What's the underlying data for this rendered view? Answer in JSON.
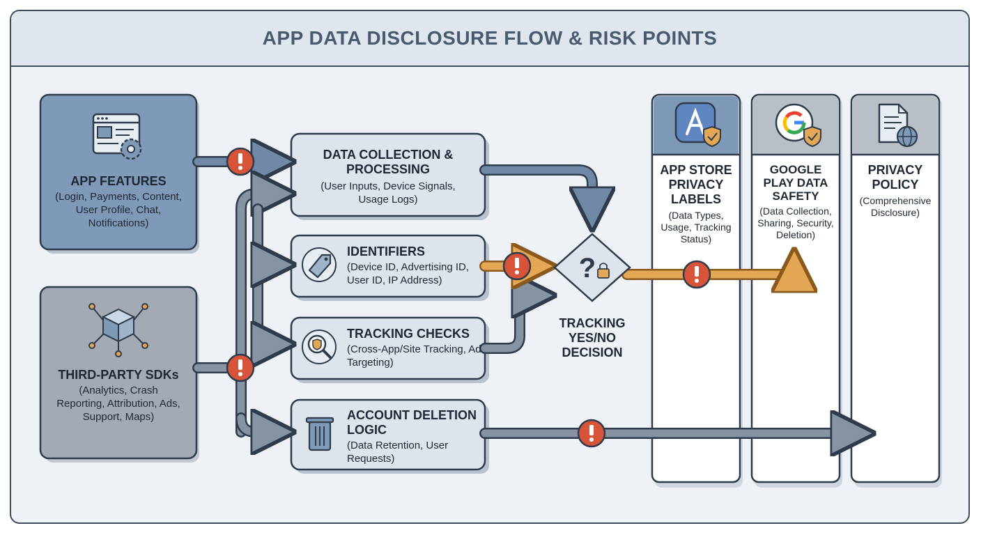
{
  "title": "APP DATA DISCLOSURE FLOW & RISK POINTS",
  "sources": {
    "app_features": {
      "title": "APP FEATURES",
      "detail": "(Login, Payments, Content, User Profile, Chat, Notifications)",
      "icon": "browser-gear-icon"
    },
    "third_party_sdks": {
      "title": "THIRD-PARTY SDKs",
      "detail": "(Analytics, Crash Reporting, Attribution, Ads, Support, Maps)",
      "icon": "network-cube-icon"
    }
  },
  "processes": {
    "data_collection": {
      "title": "DATA COLLECTION & PROCESSING",
      "detail": "(User Inputs, Device Signals, Usage Logs)"
    },
    "identifiers": {
      "title": "IDENTIFIERS",
      "detail": "(Device ID, Advertising ID, User ID, IP Address)",
      "icon": "tag-icon"
    },
    "tracking_checks": {
      "title": "TRACKING CHECKS",
      "detail": "(Cross-App/Site Tracking, Ad Targeting)",
      "icon": "magnifier-shield-icon"
    },
    "account_deletion": {
      "title": "ACCOUNT DELETION LOGIC",
      "detail": "(Data Retention, User Requests)",
      "icon": "trash-icon"
    }
  },
  "decision": {
    "label": "TRACKING YES/NO DECISION",
    "icon": "question-lock-icon"
  },
  "disclosures": {
    "app_store": {
      "title": "APP STORE PRIVACY LABELS",
      "detail": "(Data Types, Usage, Tracking Status)",
      "icon": "app-store-shield-icon"
    },
    "google_play": {
      "title": "GOOGLE PLAY DATA SAFETY",
      "detail": "(Data Collection, Sharing, Security, Deletion)",
      "icon": "google-shield-icon"
    },
    "privacy_policy": {
      "title": "PRIVACY POLICY",
      "detail": "(Comprehensive Disclosure)",
      "icon": "document-globe-icon"
    }
  },
  "risk_marker": "!",
  "colors": {
    "frame_border": "#3d4b5c",
    "title_text": "#4a5a6e",
    "app_features_fill": "#7f9ab8",
    "sdk_fill": "#a3aab3",
    "process_fill": "#dde4ec",
    "arrow_gray": "#8593a3",
    "arrow_orange": "#e3a756",
    "risk_red": "#d6553a"
  }
}
